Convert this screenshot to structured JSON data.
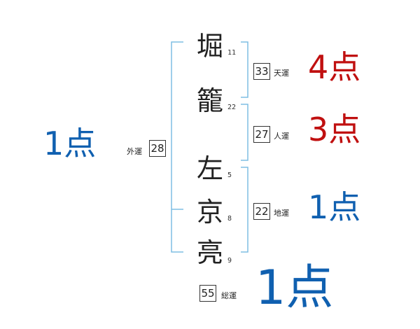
{
  "colors": {
    "bracket": "#7fbde4",
    "good": "#c01010",
    "bad": "#1060b0"
  },
  "name": {
    "chars": [
      "堀",
      "籠",
      "左",
      "京",
      "亮"
    ],
    "strokes": [
      "11",
      "22",
      "5",
      "8",
      "9"
    ]
  },
  "fortunes": {
    "tenkaku": {
      "label": "天運",
      "value": "33",
      "score": "4点",
      "score_color": "good"
    },
    "jinkaku": {
      "label": "人運",
      "value": "27",
      "score": "3点",
      "score_color": "good"
    },
    "chikaku": {
      "label": "地運",
      "value": "22",
      "score": "1点",
      "score_color": "bad"
    },
    "gaikaku": {
      "label": "外運",
      "value": "28",
      "score": "1点",
      "score_color": "bad"
    },
    "soukaku": {
      "label": "総運",
      "value": "55",
      "score": "1点",
      "score_color": "bad"
    }
  }
}
